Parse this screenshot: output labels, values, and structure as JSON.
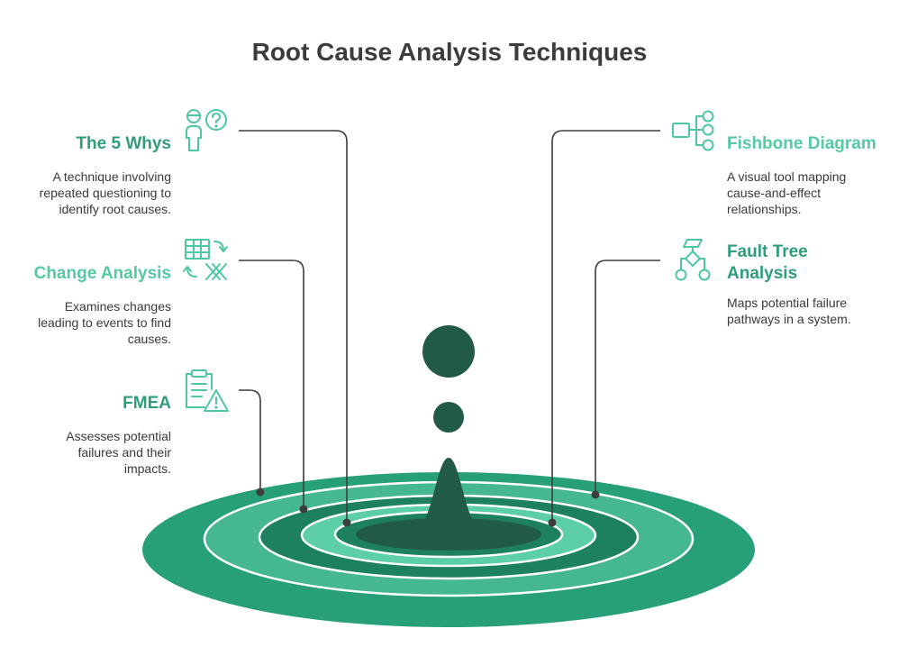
{
  "title": "Root Cause Analysis Techniques",
  "colors": {
    "ring_outer": "#27a07a",
    "ring_light": "#45b890",
    "ring_dark": "#1d8160",
    "ring_mint": "#5ccfa6",
    "center": "#215a45",
    "line": "#3d3d3d",
    "icon": "#4fc79d"
  },
  "techniques": [
    {
      "name": "The 5 Whys",
      "description": "A technique involving repeated questioning to identify root causes.",
      "icon": "person-question-icon"
    },
    {
      "name": "Change Analysis",
      "description": "Examines changes leading to events to find causes.",
      "icon": "table-swap-icon"
    },
    {
      "name": "FMEA",
      "description": "Assesses potential failures and their impacts.",
      "icon": "clipboard-warning-icon"
    },
    {
      "name": "Fishbone Diagram",
      "description": "A visual tool mapping cause-and-effect relationships.",
      "icon": "hierarchy-icon"
    },
    {
      "name": "Fault Tree Analysis",
      "description": "Maps potential failure pathways in a system.",
      "icon": "flowchart-icon"
    }
  ]
}
